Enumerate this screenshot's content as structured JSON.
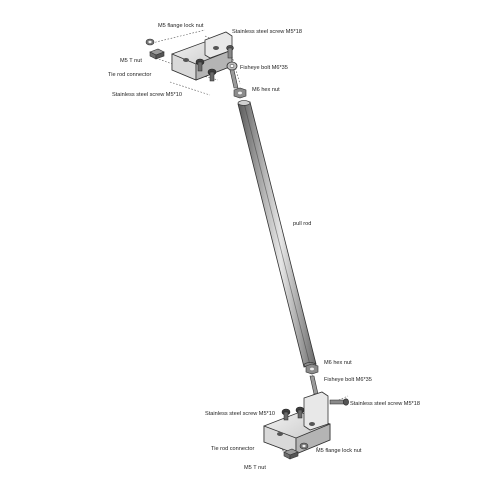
{
  "labels": {
    "top_flange_lock_nut": "M5 flange lock nut",
    "top_screw_m5x18": "Stainless steel screw M5*18",
    "top_t_nut": "M5 T nut",
    "top_fisheye_bolt": "Fisheye bolt M6*35",
    "top_tie_rod_connector": "Tie rod connector",
    "top_screw_m5x10": "Stainless steel screw M5*10",
    "top_hex_nut": "M6 hex nut",
    "pull_rod": "pull rod",
    "bottom_hex_nut": "M6 hex nut",
    "bottom_fisheye_bolt": "Fisheye bolt M6*35",
    "bottom_screw_m5x10": "Stainless steel screw M5*10",
    "bottom_screw_m5x18": "Stainless steel screw M5*18",
    "bottom_tie_rod_connector": "Tie rod connector",
    "bottom_flange_lock_nut": "M5 flange lock nut",
    "bottom_t_nut": "M5 T nut"
  },
  "colors": {
    "metal_dark": "#4a4a4a",
    "metal_mid": "#8a8a8a",
    "metal_light": "#cfcfcf",
    "line": "#333333",
    "text": "#222222"
  }
}
